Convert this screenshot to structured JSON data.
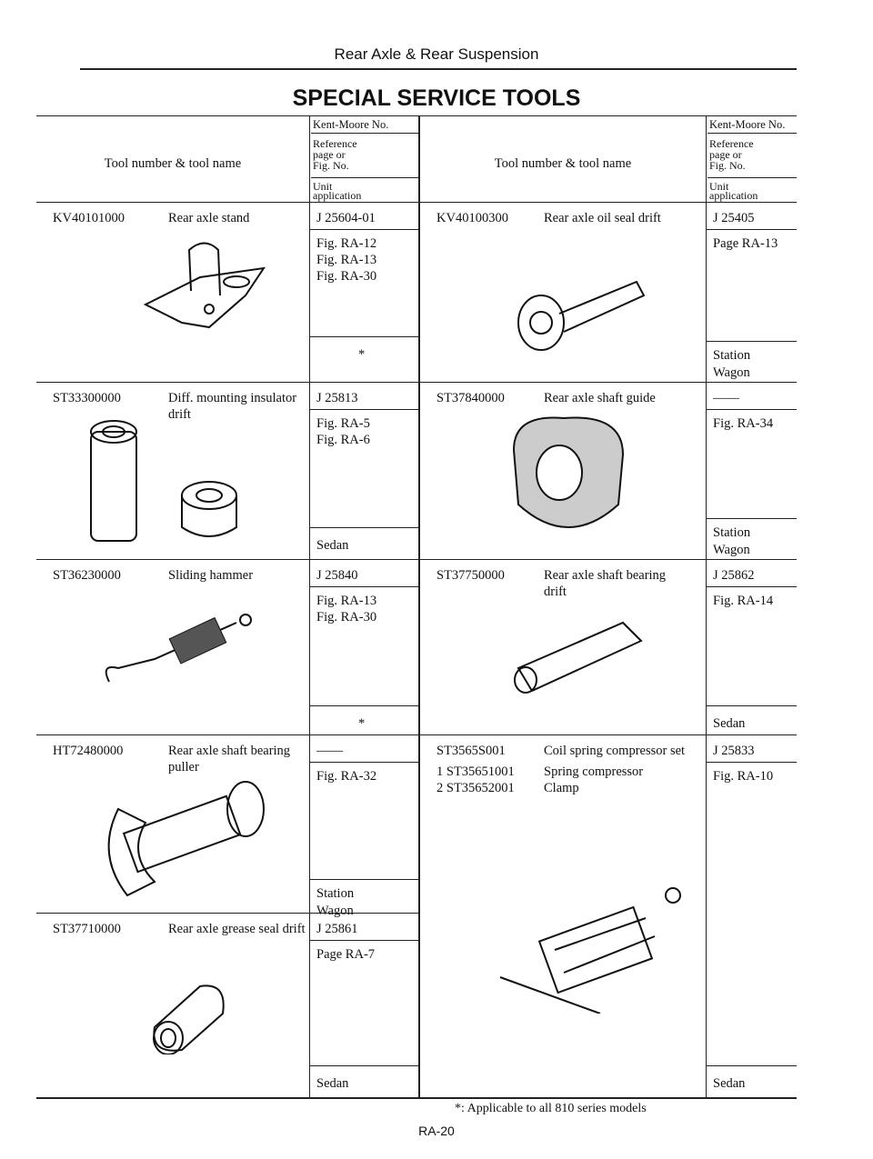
{
  "header": {
    "section": "Rear Axle & Rear Suspension",
    "title": "SPECIAL SERVICE TOOLS"
  },
  "columns": {
    "tool": "Tool number & tool name",
    "kent_moore": "Kent-Moore No.",
    "reference": [
      "Reference",
      "page or",
      "Fig. No."
    ],
    "unit": [
      "Unit",
      "application"
    ]
  },
  "left_tools": [
    {
      "number": "KV40101000",
      "name": "Rear axle stand",
      "kent_moore": "J 25604-01",
      "refs": [
        "Fig. RA-12",
        "Fig. RA-13",
        "Fig. RA-30"
      ],
      "unit": [
        "*"
      ]
    },
    {
      "number": "ST33300000",
      "name": "Diff. mounting insulator",
      "name2": "drift",
      "kent_moore": "J 25813",
      "refs": [
        "Fig. RA-5",
        "Fig. RA-6"
      ],
      "unit": [
        "Sedan"
      ]
    },
    {
      "number": "ST36230000",
      "name": "Sliding hammer",
      "kent_moore": "J 25840",
      "refs": [
        "Fig. RA-13",
        "Fig. RA-30"
      ],
      "unit": [
        "*"
      ]
    },
    {
      "number": "HT72480000",
      "name": "Rear axle shaft bearing",
      "name2": "puller",
      "kent_moore": "——",
      "refs": [
        "Fig. RA-32"
      ],
      "unit": [
        "Station",
        "Wagon"
      ]
    },
    {
      "number": "ST37710000",
      "name": "Rear axle grease seal drift",
      "kent_moore": "J 25861",
      "refs": [
        "Page RA-7"
      ],
      "unit": [
        "Sedan"
      ]
    }
  ],
  "right_tools": [
    {
      "number": "KV40100300",
      "name": "Rear axle oil seal drift",
      "kent_moore": "J 25405",
      "refs": [
        "Page RA-13"
      ],
      "unit": [
        "Station",
        "Wagon"
      ]
    },
    {
      "number": "ST37840000",
      "name": "Rear axle shaft guide",
      "kent_moore": "——",
      "refs": [
        "Fig. RA-34"
      ],
      "unit": [
        "Station",
        "Wagon"
      ]
    },
    {
      "number": "ST37750000",
      "name": "Rear axle shaft bearing",
      "name2": "drift",
      "kent_moore": "J 25862",
      "refs": [
        "Fig. RA-14"
      ],
      "unit": [
        "Sedan"
      ]
    },
    {
      "number": "ST3565S001",
      "name": "Coil spring compressor set",
      "sub": [
        {
          "n": "1  ST35651001",
          "name": "Spring compressor"
        },
        {
          "n": "2  ST35652001",
          "name": "Clamp"
        }
      ],
      "kent_moore": "J 25833",
      "refs": [
        "Fig. RA-10"
      ],
      "unit": [
        "Sedan"
      ]
    }
  ],
  "footnote": "*: Applicable to all 810 series models",
  "page_number": "RA-20"
}
